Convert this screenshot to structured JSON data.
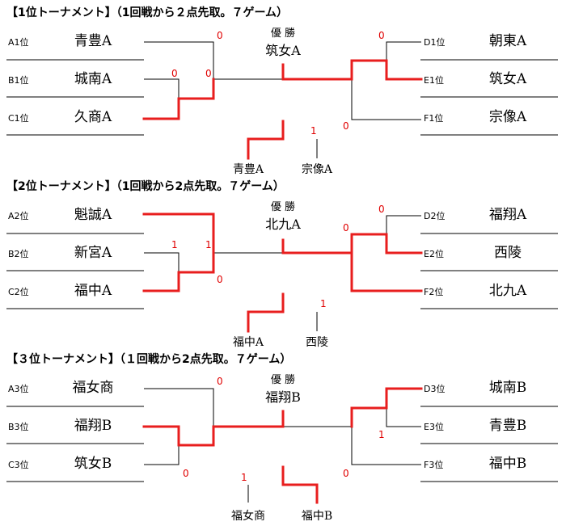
{
  "colors": {
    "win_line": "#e81e1e",
    "line": "#000000",
    "score": "#e00000"
  },
  "sections": [
    {
      "title": "【1位トーナメント】（1回戦から２点先取。７ゲーム）",
      "champion_label": "優 勝",
      "champion": "筑女A",
      "left": [
        {
          "seed": "A1位",
          "team": "青豊A"
        },
        {
          "seed": "B1位",
          "team": "城南A"
        },
        {
          "seed": "C1位",
          "team": "久商A"
        }
      ],
      "right": [
        {
          "seed": "D1位",
          "team": "朝東A"
        },
        {
          "seed": "E1位",
          "team": "筑女A"
        },
        {
          "seed": "F1位",
          "team": "宗像A"
        }
      ],
      "bottom": {
        "left": "青豊A",
        "right": "宗像A"
      },
      "scores": [
        "0",
        "0",
        "0",
        "0",
        "0",
        "1"
      ]
    },
    {
      "title": "【2位トーナメント】（1回戦から2点先取。７ゲーム）",
      "champion_label": "優 勝",
      "champion": "北九A",
      "left": [
        {
          "seed": "A2位",
          "team": "魁誠A"
        },
        {
          "seed": "B2位",
          "team": "新宮A"
        },
        {
          "seed": "C2位",
          "team": "福中A"
        }
      ],
      "right": [
        {
          "seed": "D2位",
          "team": "福翔A"
        },
        {
          "seed": "E2位",
          "team": "西陵"
        },
        {
          "seed": "F2位",
          "team": "北九A"
        }
      ],
      "bottom": {
        "left": "福中A",
        "right": "西陵"
      },
      "scores": [
        "1",
        "1",
        "0",
        "0",
        "0",
        "1"
      ]
    },
    {
      "title": "【３位トーナメント】（１回戦から2点先取。７ゲーム）",
      "champion_label": "優 勝",
      "champion": "福翔B",
      "left": [
        {
          "seed": "A3位",
          "team": "福女商"
        },
        {
          "seed": "B3位",
          "team": "福翔B"
        },
        {
          "seed": "C3位",
          "team": "筑女B"
        }
      ],
      "right": [
        {
          "seed": "D3位",
          "team": "城南B"
        },
        {
          "seed": "E3位",
          "team": "青豊B"
        },
        {
          "seed": "F3位",
          "team": "福中B"
        }
      ],
      "bottom": {
        "left": "福女商",
        "right": "福中B"
      },
      "scores": [
        "0",
        "0",
        "1",
        "0",
        "1"
      ]
    }
  ]
}
